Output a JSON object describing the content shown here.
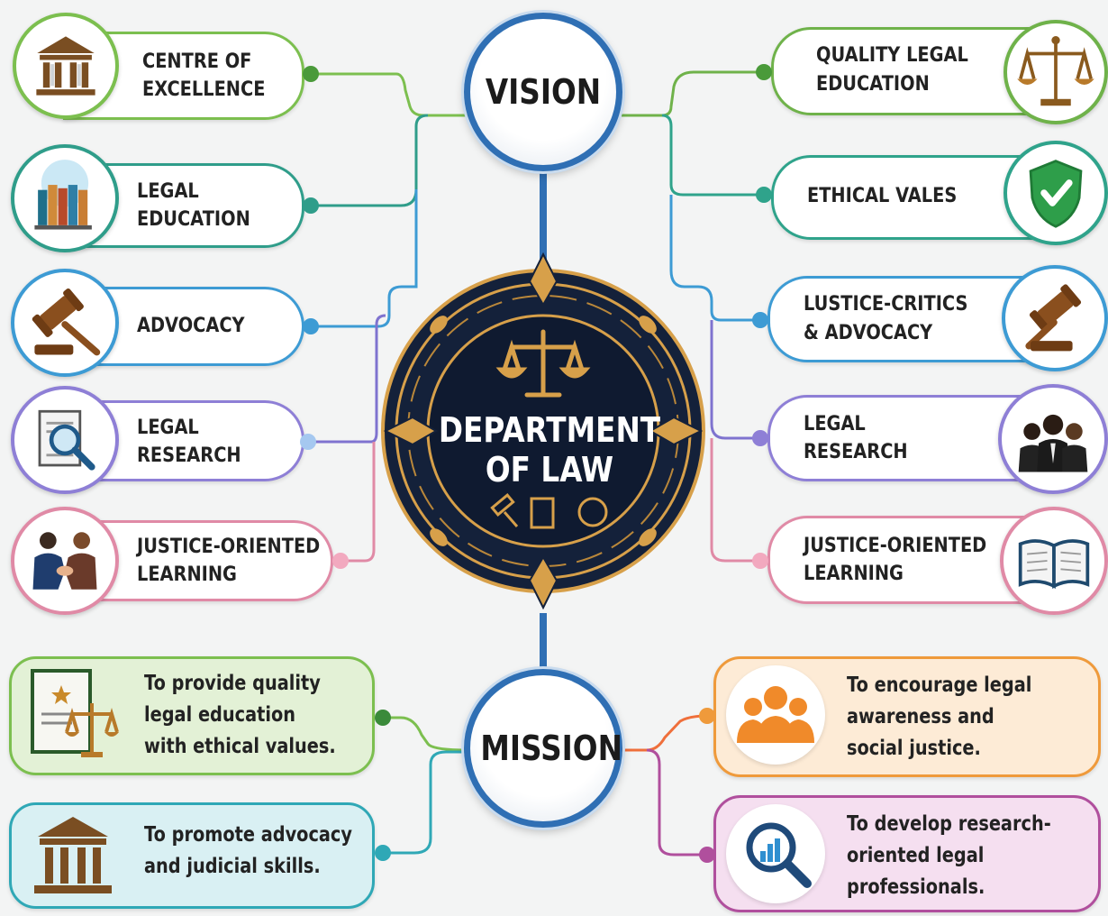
{
  "center": {
    "title_line1": "DEPARTMENT",
    "title_line2": "OF LAW"
  },
  "vision": {
    "label": "VISION",
    "left": [
      {
        "line1": "CENTRE OF",
        "line2": "EXCELLENCE",
        "color": "#7cbf4f",
        "icon": "courthouse-icon"
      },
      {
        "line1": "LEGAL",
        "line2": "EDUCATION",
        "color": "#2f9d8a",
        "icon": "books-icon"
      },
      {
        "line1": "ADVOCACY",
        "line2": "",
        "color": "#3d9bd4",
        "icon": "gavel-icon"
      },
      {
        "line1": "LEGAL",
        "line2": "RESEARCH",
        "color": "#8e7fd6",
        "icon": "magnifier-document-icon"
      },
      {
        "line1": "JUSTICE-ORIENTED",
        "line2": "LEARNING",
        "color": "#e08aa6",
        "icon": "handshake-icon"
      }
    ],
    "right": [
      {
        "line1": "QUALITY LEGAL",
        "line2": "EDUCATION",
        "color": "#6fb24a",
        "icon": "scales-icon"
      },
      {
        "line1": "ETHICAL VALES",
        "line2": "",
        "color": "#2fa38b",
        "icon": "shield-check-icon"
      },
      {
        "line1": "LUSTICE-CRITICS",
        "line2": "& ADVOCACY",
        "color": "#3d9bd4",
        "icon": "gavel-icon"
      },
      {
        "line1": "LEGAL",
        "line2": "RESEARCH",
        "color": "#8e7fd6",
        "icon": "professionals-icon"
      },
      {
        "line1": "JUSTICE-ORIENTED",
        "line2": "LEARNING",
        "color": "#e08aa6",
        "icon": "open-book-icon"
      }
    ]
  },
  "mission": {
    "label": "MISSION",
    "items": [
      {
        "lines": [
          "To provide quality",
          "legal education",
          "with ethical values."
        ],
        "color": "#7cbf4f",
        "fill": "#e3f1d6",
        "icon": "certificate-scales-icon"
      },
      {
        "lines": [
          "To promote advocacy",
          "and judicial skills."
        ],
        "color": "#2fa8b6",
        "fill": "#d9f0f3",
        "icon": "courthouse-icon"
      },
      {
        "lines": [
          "To encourage legal",
          "awareness and",
          "social justice."
        ],
        "color": "#ef9a3b",
        "fill": "#fdebd6",
        "icon": "people-group-icon"
      },
      {
        "lines": [
          "To develop research-",
          "oriented legal",
          "professionals."
        ],
        "color": "#b04f9d",
        "fill": "#f5dff0",
        "icon": "magnifier-chart-icon"
      }
    ]
  }
}
